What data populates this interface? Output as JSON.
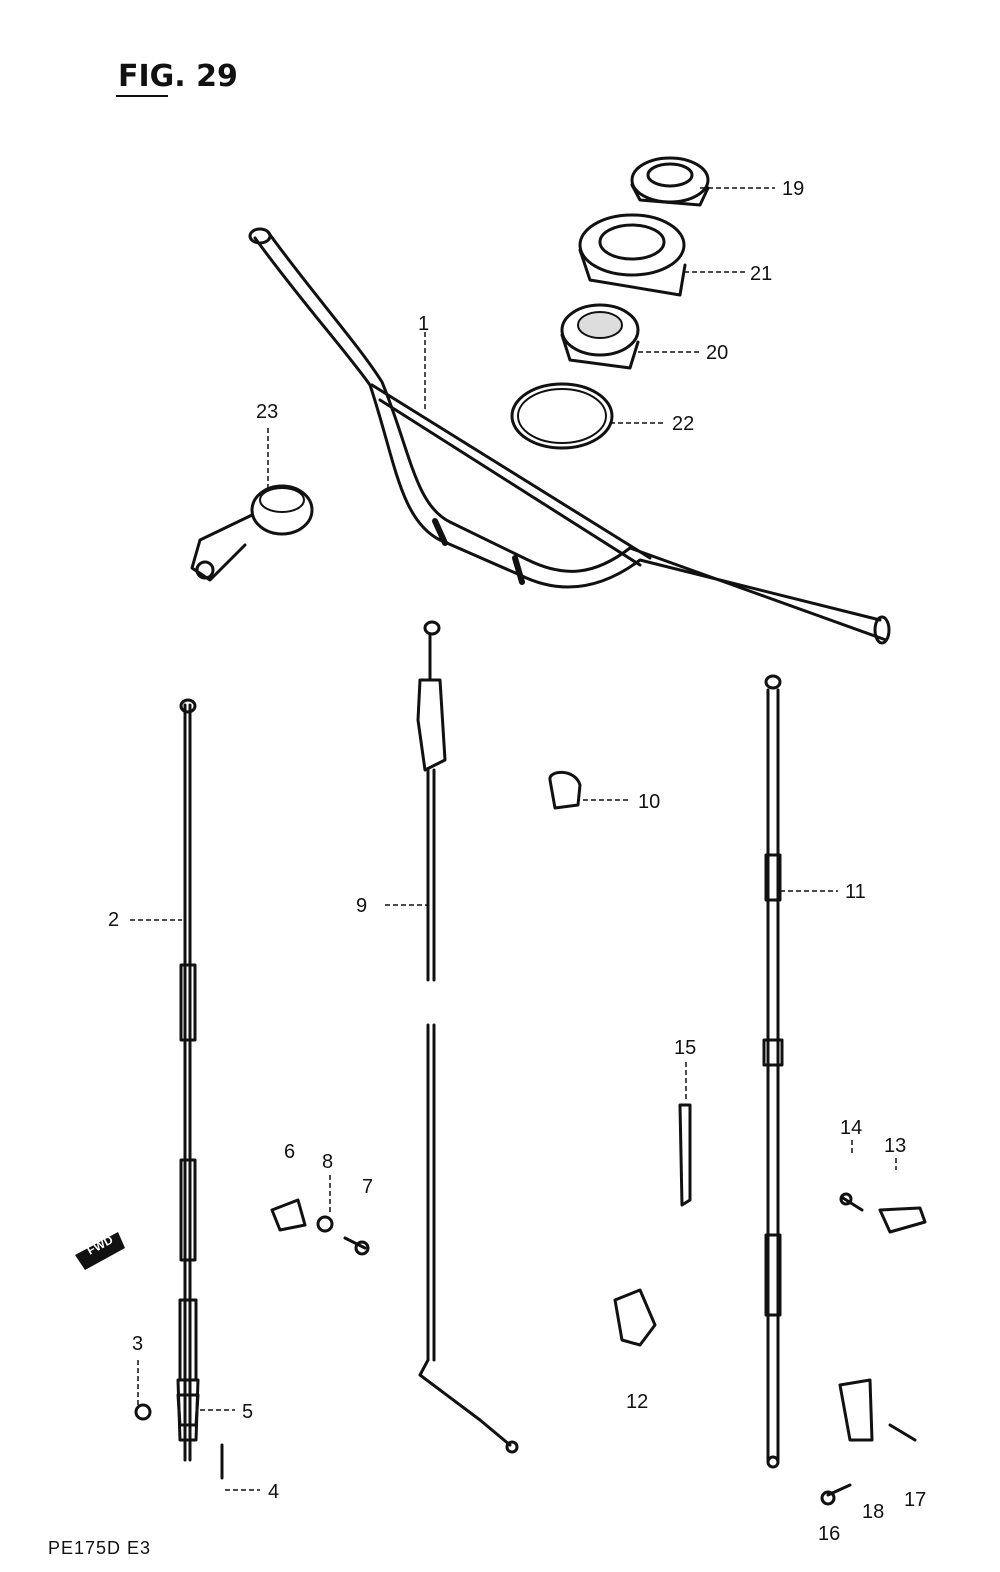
{
  "figure": {
    "title": "FIG. 29",
    "model_code": "PE175D E3"
  },
  "fwd_arrow_text": "FWD",
  "callouts": [
    {
      "id": "c1",
      "label": "1"
    },
    {
      "id": "c2",
      "label": "2"
    },
    {
      "id": "c3",
      "label": "3"
    },
    {
      "id": "c4",
      "label": "4"
    },
    {
      "id": "c5",
      "label": "5"
    },
    {
      "id": "c6",
      "label": "6"
    },
    {
      "id": "c7",
      "label": "7"
    },
    {
      "id": "c8",
      "label": "8"
    },
    {
      "id": "c9",
      "label": "9"
    },
    {
      "id": "c10",
      "label": "10"
    },
    {
      "id": "c11",
      "label": "11"
    },
    {
      "id": "c12",
      "label": "12"
    },
    {
      "id": "c13",
      "label": "13"
    },
    {
      "id": "c14",
      "label": "14"
    },
    {
      "id": "c15",
      "label": "15"
    },
    {
      "id": "c16",
      "label": "16"
    },
    {
      "id": "c17",
      "label": "17"
    },
    {
      "id": "c18",
      "label": "18"
    },
    {
      "id": "c19",
      "label": "19"
    },
    {
      "id": "c20",
      "label": "20"
    },
    {
      "id": "c21",
      "label": "21"
    },
    {
      "id": "c22",
      "label": "22"
    },
    {
      "id": "c23",
      "label": "23"
    }
  ]
}
